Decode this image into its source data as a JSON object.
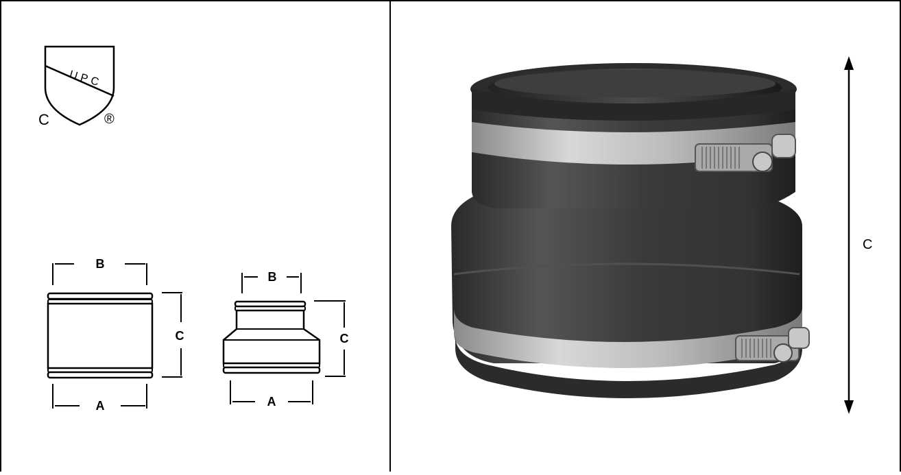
{
  "certification": {
    "shield_text": "UPC",
    "prefix": "C",
    "registered_mark": "®"
  },
  "diagram_coupling": {
    "label_top": "B",
    "label_side": "C",
    "label_bottom": "A"
  },
  "diagram_reducer": {
    "label_top": "B",
    "label_side": "C",
    "label_bottom": "A"
  },
  "photo": {
    "height_label": "C",
    "body_color": "#3d3d3d",
    "clamp_color": "#b9b9b9"
  }
}
